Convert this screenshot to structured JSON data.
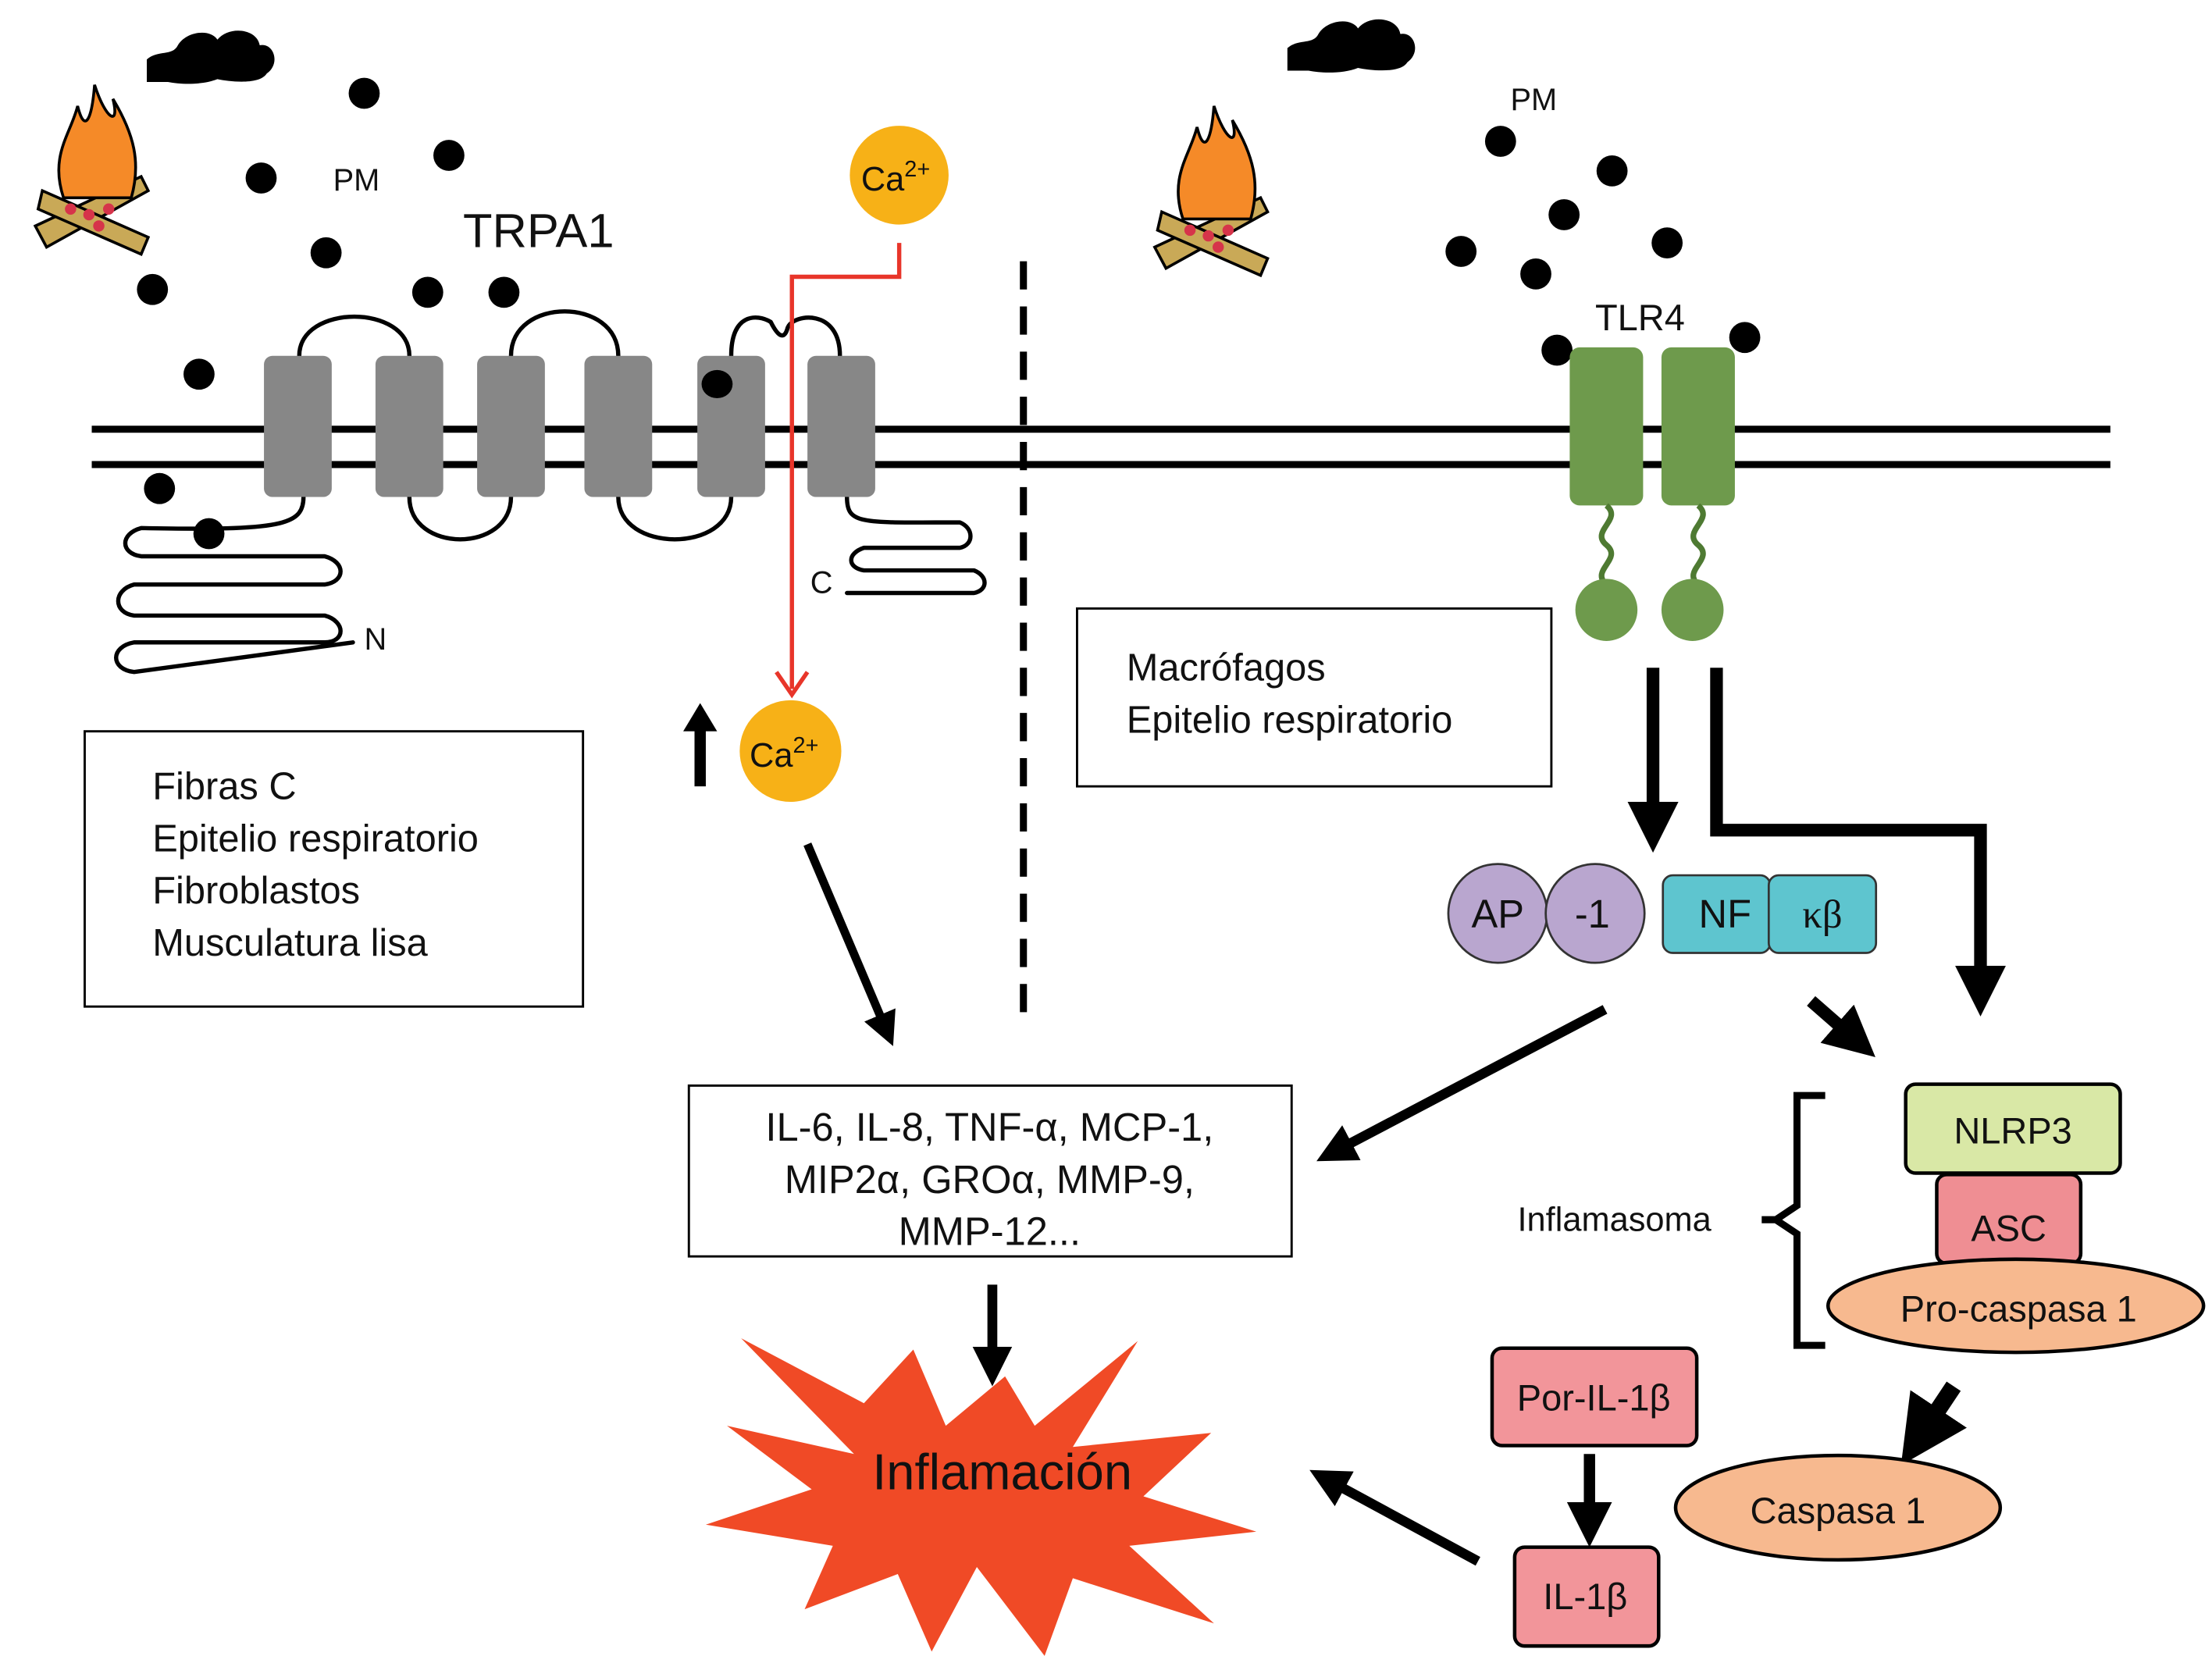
{
  "left_panel": {
    "pm_label": "PM",
    "receptor_label": "TRPA1",
    "n_terminus": "N",
    "c_terminus": "C",
    "calcium_outside": {
      "base": "Ca",
      "sup": "2+"
    },
    "calcium_inside": {
      "base": "Ca",
      "sup": "2+"
    },
    "cell_types": [
      "Fibras C",
      "Epitelio respiratorio",
      "Fibroblastos",
      "Musculatura lisa"
    ]
  },
  "right_panel": {
    "pm_label": "PM",
    "receptor_label": "TLR4",
    "cell_types": [
      "Macrófagos",
      "Epitelio respiratorio"
    ],
    "ap1": [
      "AP",
      "-1"
    ],
    "nfkb": [
      "NF",
      "κβ"
    ],
    "inflammasome_label": "Inflamasoma",
    "nlrp3": "NLRP3",
    "asc": "ASC",
    "pro_caspase": "Pro-caspasa 1",
    "caspase": "Caspasa 1",
    "pro_il1b": "Por-IL-1β",
    "il1b": "IL-1β"
  },
  "mediators": [
    "IL-6, IL-8, TNF-α, MCP-1,",
    "MIP2α, GROα, MMP-9,",
    "MMP-12..."
  ],
  "outcome": "Inflamación",
  "colors": {
    "calcium": "#f7b117",
    "calcium_path": "#e8352a",
    "trpa1": "#878787",
    "tlr4": "#6e9a4c",
    "ap1": "#b9a6cf",
    "nfkb": "#5ec5cf",
    "nlrp3": "#d9e8a6",
    "asc": "#ef8e93",
    "caspase": "#f7b98f",
    "il1b": "#f2959a",
    "inflammation": "#f04a26"
  }
}
